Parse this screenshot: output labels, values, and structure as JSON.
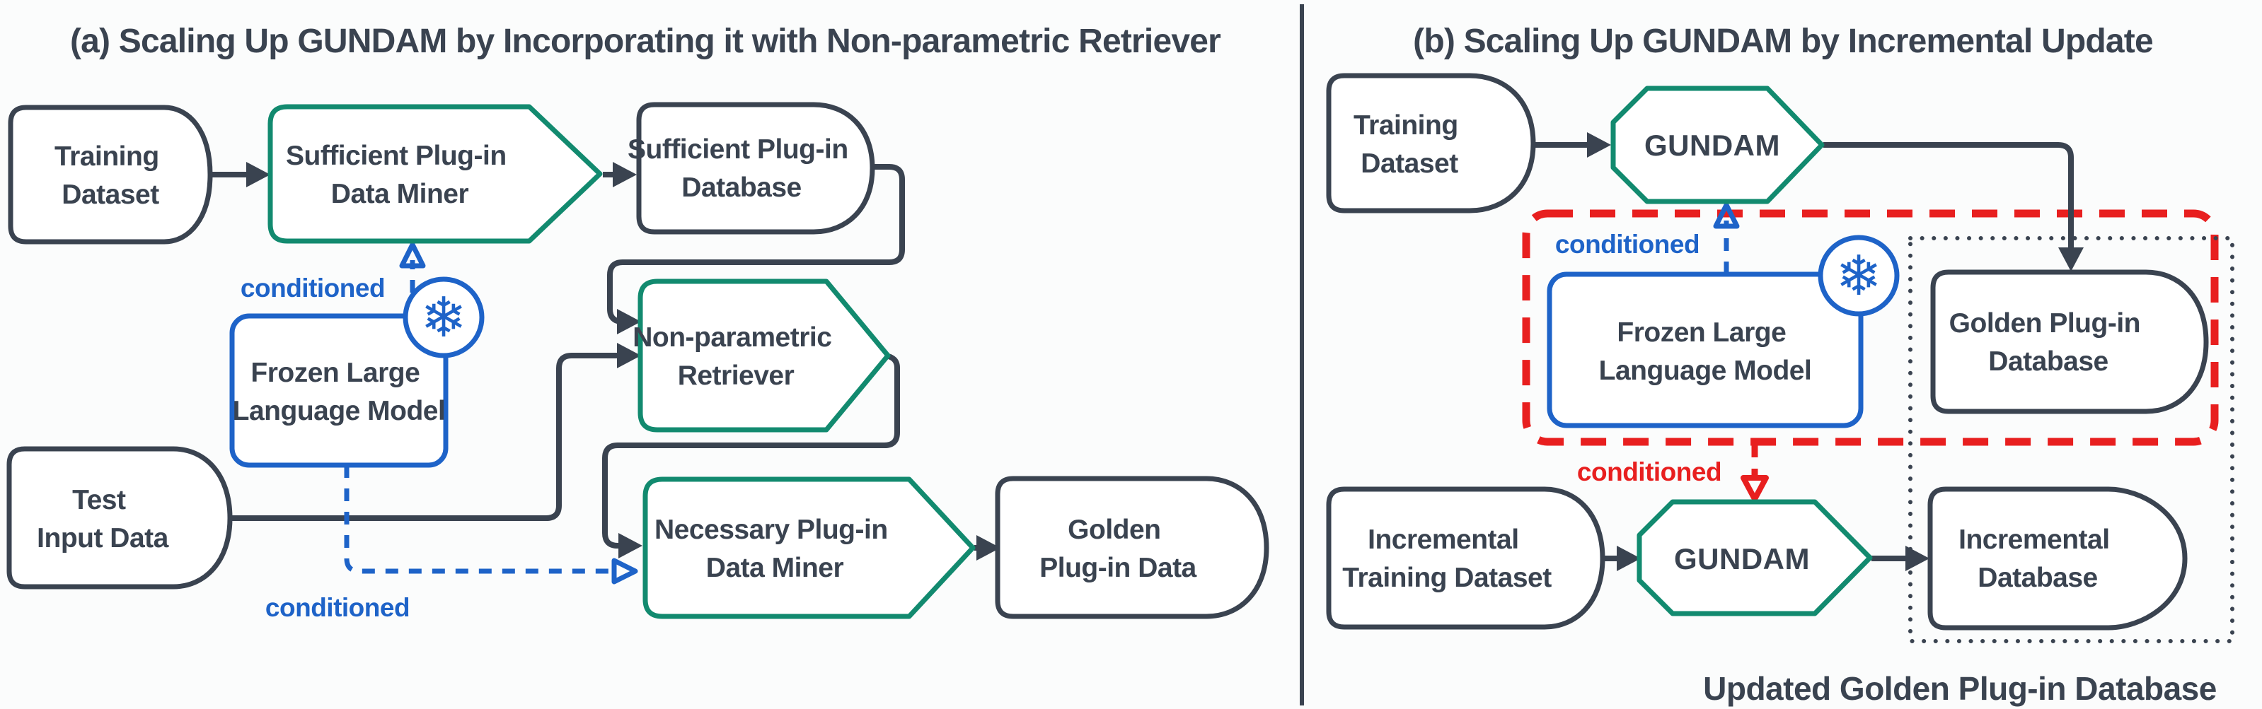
{
  "colors": {
    "dark": "#3a4350",
    "green": "#128a6f",
    "blue": "#1e63c8",
    "red": "#e81f1f",
    "background": "#fbfcfc"
  },
  "icons": {
    "snowflake": "❄"
  },
  "panel_a": {
    "title": "(a) Scaling Up GUNDAM by Incorporating it with Non-parametric Retriever",
    "nodes": {
      "training_dataset": {
        "l1": "Training",
        "l2": "Dataset"
      },
      "sufficient_miner": {
        "l1": "Sufficient Plug-in",
        "l2": "Data Miner"
      },
      "sufficient_db": {
        "l1": "Sufficient Plug-in",
        "l2": "Database"
      },
      "frozen_llm": {
        "l1": "Frozen Large",
        "l2": "Language Model"
      },
      "non_parametric": {
        "l1": "Non-parametric",
        "l2": "Retriever"
      },
      "test_input": {
        "l1": "Test",
        "l2": "Input Data"
      },
      "necessary_miner": {
        "l1": "Necessary Plug-in",
        "l2": "Data Miner"
      },
      "golden_data": {
        "l1": "Golden",
        "l2": "Plug-in Data"
      }
    },
    "labels": {
      "conditioned_top": "conditioned",
      "conditioned_bottom": "conditioned"
    }
  },
  "panel_b": {
    "title": "(b) Scaling Up GUNDAM by Incremental Update",
    "nodes": {
      "training_dataset": {
        "l1": "Training",
        "l2": "Dataset"
      },
      "gundam_top": {
        "l1": "GUNDAM"
      },
      "frozen_llm": {
        "l1": "Frozen Large",
        "l2": "Language Model"
      },
      "golden_db": {
        "l1": "Golden Plug-in",
        "l2": "Database"
      },
      "incremental_training": {
        "l1": "Incremental",
        "l2": "Training Dataset"
      },
      "gundam_bottom": {
        "l1": "GUNDAM"
      },
      "incremental_db": {
        "l1": "Incremental",
        "l2": "Database"
      }
    },
    "labels": {
      "conditioned_blue": "conditioned",
      "conditioned_red": "conditioned",
      "caption": "Updated Golden Plug-in Database"
    }
  }
}
